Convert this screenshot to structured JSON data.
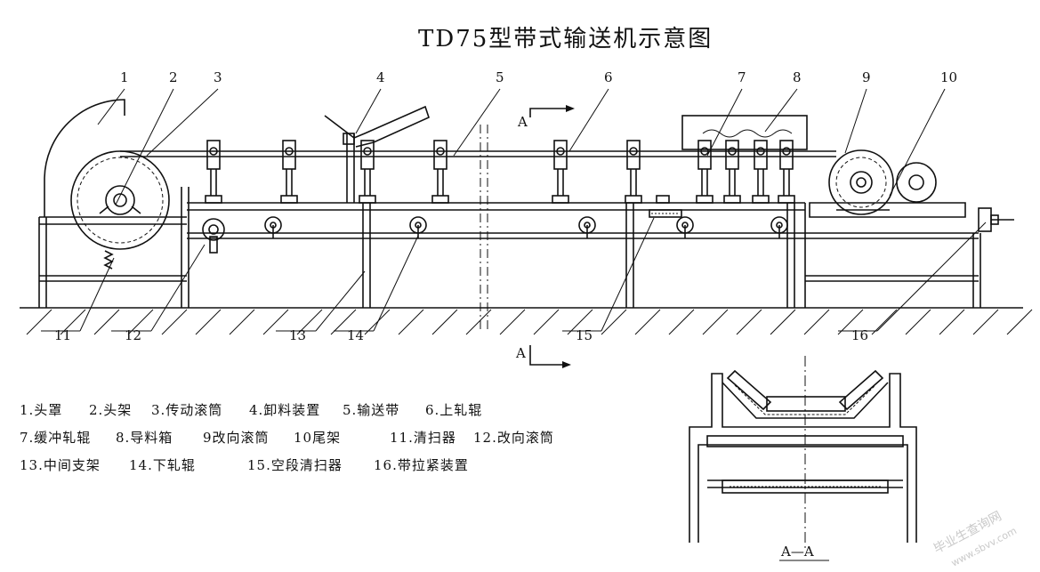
{
  "title": "TD75型带式输送机示意图",
  "callouts": [
    "1",
    "2",
    "3",
    "4",
    "5",
    "6",
    "7",
    "8",
    "9",
    "10",
    "11",
    "12",
    "13",
    "14",
    "15",
    "16"
  ],
  "section_marks": {
    "top": "A",
    "bottom": "A",
    "view_label": "A—A"
  },
  "legend": [
    [
      "1.头罩",
      "2.头架",
      "3.传动滚筒",
      "4.卸料装置",
      "5.输送带",
      "6.上轧辊"
    ],
    [
      "7.缓冲轧辊",
      "8.导料箱",
      "9改向滚筒",
      "10尾架",
      "11.清扫器",
      "12.改向滚筒"
    ],
    [
      "13.中间支架",
      "14.下轧辊",
      "15.空段清扫器",
      "16.带拉紧装置"
    ]
  ],
  "watermark": {
    "site": "毕业生查询网",
    "url": "www.sbvv.com"
  }
}
